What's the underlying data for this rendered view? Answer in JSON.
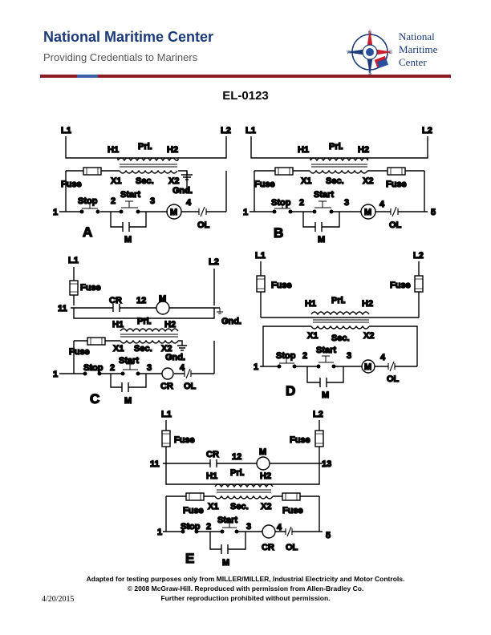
{
  "header": {
    "org_name": "National Maritime Center",
    "tagline": "Providing Credentials to Mariners",
    "logo_text": [
      "National",
      "Maritime",
      "Center"
    ],
    "logo_letters": {
      "n": "N",
      "e": "E",
      "s": "S",
      "w": "W"
    },
    "colors": {
      "brand_blue": "#1a3a78",
      "rule_red": "#8c1d22",
      "logo_red": "#c8202e",
      "logo_blue": "#2a4f9e"
    }
  },
  "document_id": "EL-0123",
  "diagrams": {
    "A": {
      "letter": "A",
      "l1": "L1",
      "l2": "L2",
      "h1": "H1",
      "h2": "H2",
      "pri": "Pri.",
      "sec": "Sec.",
      "x1": "X1",
      "x2": "X2",
      "gnd": "Gnd.",
      "fuse": "Fuse",
      "start": "Start",
      "stop": "Stop",
      "n2": "2",
      "n3": "3",
      "n4": "4",
      "n1": "1",
      "motor": "M",
      "ol": "OL",
      "m": "M"
    },
    "B": {
      "letter": "B",
      "l1": "L1",
      "l2": "L2",
      "h1": "H1",
      "h2": "H2",
      "pri": "Pri.",
      "sec": "Sec.",
      "x1": "X1",
      "x2": "X2",
      "fuse_left": "Fuse",
      "fuse_right": "Fuse",
      "start": "Start",
      "stop": "Stop",
      "n2": "2",
      "n3": "3",
      "n4": "4",
      "n1": "1",
      "n5": "5",
      "motor": "M",
      "ol": "OL",
      "m": "M"
    },
    "C": {
      "letter": "C",
      "l1": "L1",
      "l2": "L2",
      "fuse": "Fuse",
      "cr": "CR",
      "n12": "12",
      "coil_m": "M",
      "n11": "11",
      "gnd_top": "Gnd.",
      "h1": "H1",
      "h2": "H2",
      "pri": "Pri.",
      "sec": "Sec.",
      "x1": "X1",
      "x2": "X2",
      "gnd": "Gnd.",
      "fuse_sec": "Fuse",
      "start": "Start",
      "stop": "Stop",
      "n2": "2",
      "n3": "3",
      "n4": "4",
      "n1": "1",
      "cr_label": "CR",
      "ol": "OL",
      "m": "M"
    },
    "D": {
      "letter": "D",
      "l1": "L1",
      "l2": "L2",
      "fuse_left": "Fuse",
      "fuse_right": "Fuse",
      "h1": "H1",
      "h2": "H2",
      "pri": "Pri.",
      "sec": "Sec.",
      "x1": "X1",
      "x2": "X2",
      "start": "Start",
      "stop": "Stop",
      "n2": "2",
      "n3": "3",
      "n4": "4",
      "n1": "1",
      "motor": "M",
      "ol": "OL",
      "m": "M"
    },
    "E": {
      "letter": "E",
      "l1": "L1",
      "l2": "L2",
      "fuse_left": "Fuse",
      "fuse_right": "Fuse",
      "cr": "CR",
      "n12": "12",
      "coil_m": "M",
      "n11": "11",
      "n13": "13",
      "h1": "H1",
      "h2": "H2",
      "pri": "Pri.",
      "sec": "Sec.",
      "x1": "X1",
      "x2": "X2",
      "fuse_sec_left": "Fuse",
      "fuse_sec_right": "Fuse",
      "start": "Start",
      "stop": "Stop",
      "n2": "2",
      "n3": "3",
      "n4": "4",
      "n1": "1",
      "n5": "5",
      "cr_label": "CR",
      "ol": "OL",
      "m": "M"
    }
  },
  "credit": {
    "line1": "Adapted for testing purposes only from MILLER/MILLER, Industrial Electricity and Motor Controls.",
    "line2": "© 2008 McGraw-Hill. Reproduced with permission from Allen-Bradley Co.",
    "line3": "Further reproduction prohibited without permission."
  },
  "date": "4/20/2015"
}
